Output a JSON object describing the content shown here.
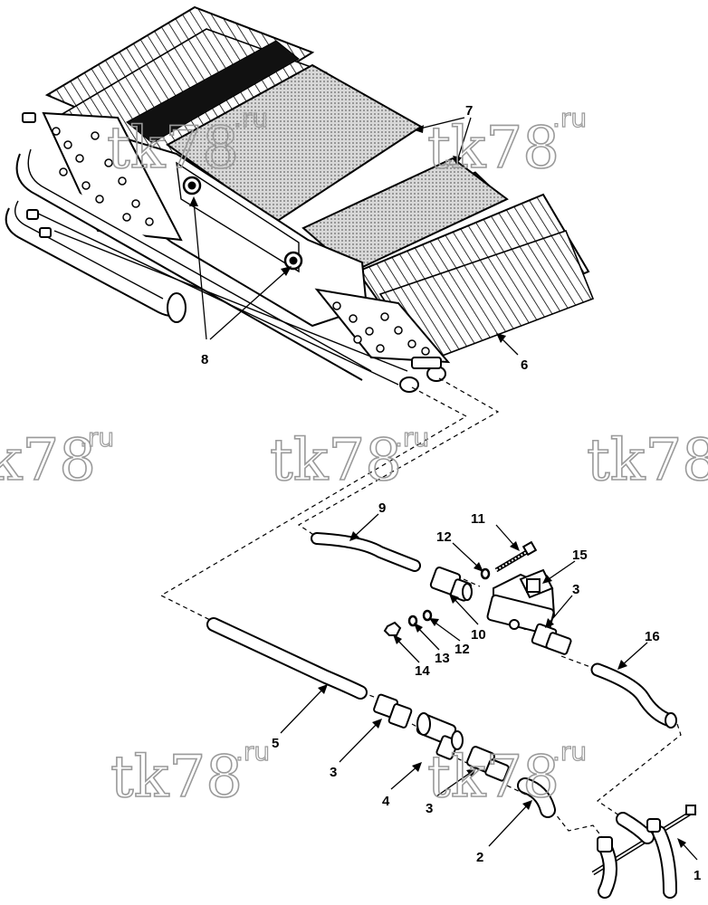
{
  "diagram": {
    "watermark": "tk78",
    "watermark_suffix": ".ru",
    "callouts": [
      {
        "id": "1",
        "label": "1"
      },
      {
        "id": "2",
        "label": "2"
      },
      {
        "id": "3a",
        "label": "3"
      },
      {
        "id": "3b",
        "label": "3"
      },
      {
        "id": "3c",
        "label": "3"
      },
      {
        "id": "4",
        "label": "4"
      },
      {
        "id": "5",
        "label": "5"
      },
      {
        "id": "6",
        "label": "6"
      },
      {
        "id": "7",
        "label": "7"
      },
      {
        "id": "8",
        "label": "8"
      },
      {
        "id": "9",
        "label": "9"
      },
      {
        "id": "10",
        "label": "10"
      },
      {
        "id": "11",
        "label": "11"
      },
      {
        "id": "12a",
        "label": "12"
      },
      {
        "id": "12b",
        "label": "12"
      },
      {
        "id": "13",
        "label": "13"
      },
      {
        "id": "14",
        "label": "14"
      },
      {
        "id": "15",
        "label": "15"
      },
      {
        "id": "16",
        "label": "16"
      }
    ]
  }
}
